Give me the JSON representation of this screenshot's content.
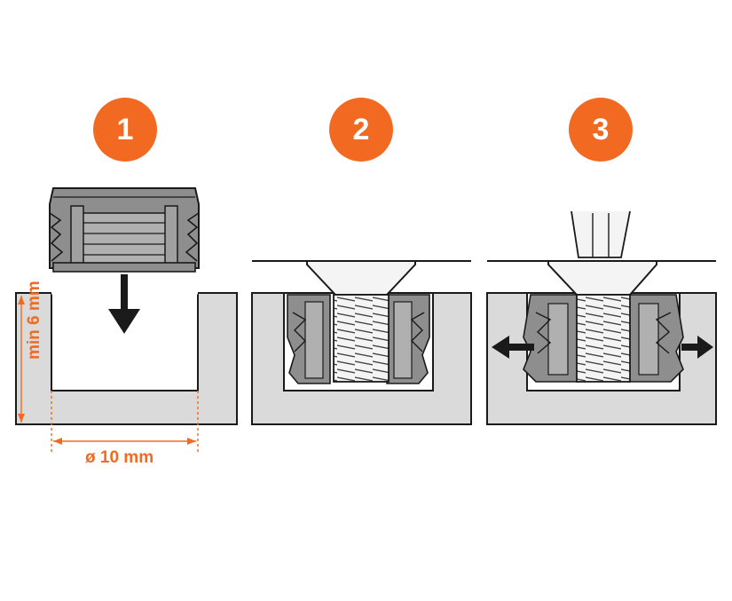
{
  "steps": [
    {
      "number": "1"
    },
    {
      "number": "2"
    },
    {
      "number": "3"
    }
  ],
  "dimensions": {
    "depth": "min 6 mm",
    "diameter": "ø 10 mm"
  },
  "colors": {
    "accent": "#F26A21",
    "panel": "#DADADA",
    "part": "#8E8E8E",
    "part_light": "#B0B0B0",
    "line": "#1A1A1A",
    "screw": "#F4F4F4"
  },
  "icons": [
    "insertion-arrow-icon",
    "expand-left-arrow-icon",
    "expand-right-arrow-icon",
    "screwdriver-icon"
  ]
}
